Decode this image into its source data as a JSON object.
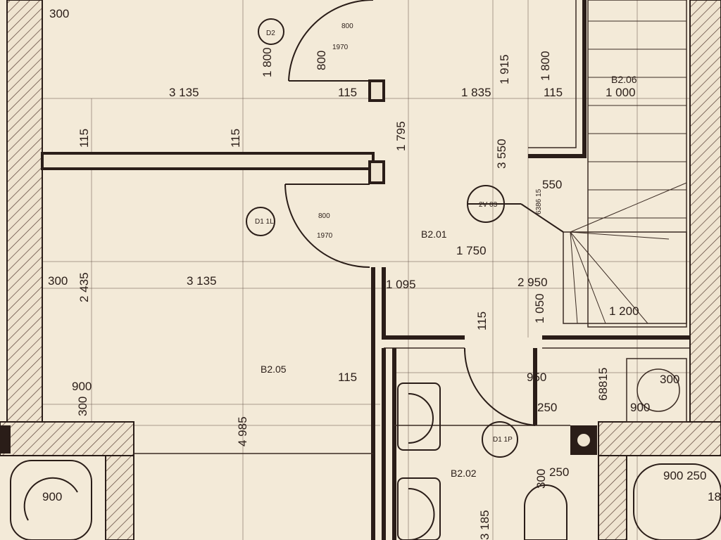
{
  "drawing": {
    "rooms": [
      "B2.05",
      "B2.01",
      "B2.05",
      "B2.02",
      "B2.06"
    ],
    "dims": [
      "300",
      "3 135",
      "115",
      "1 800",
      "800",
      "1 835",
      "1 915",
      "1 800",
      "115",
      "1 000",
      "115",
      "115",
      "1 795",
      "3 550",
      "550",
      "6386 15",
      "1 750",
      "300",
      "3 135",
      "2 435",
      "1 095",
      "2 950",
      "1 050",
      "1 200",
      "115",
      "115",
      "950",
      "68815",
      "300",
      "900",
      "300",
      "250",
      "900",
      "900",
      "4 985",
      "300",
      "250",
      "3 185",
      "900 250",
      "18"
    ],
    "door_tags": [
      "D2",
      "D1\n1L",
      "2V\n03",
      "D1\n1P"
    ],
    "door_small": [
      "800",
      "1970",
      "800",
      "1970"
    ]
  }
}
